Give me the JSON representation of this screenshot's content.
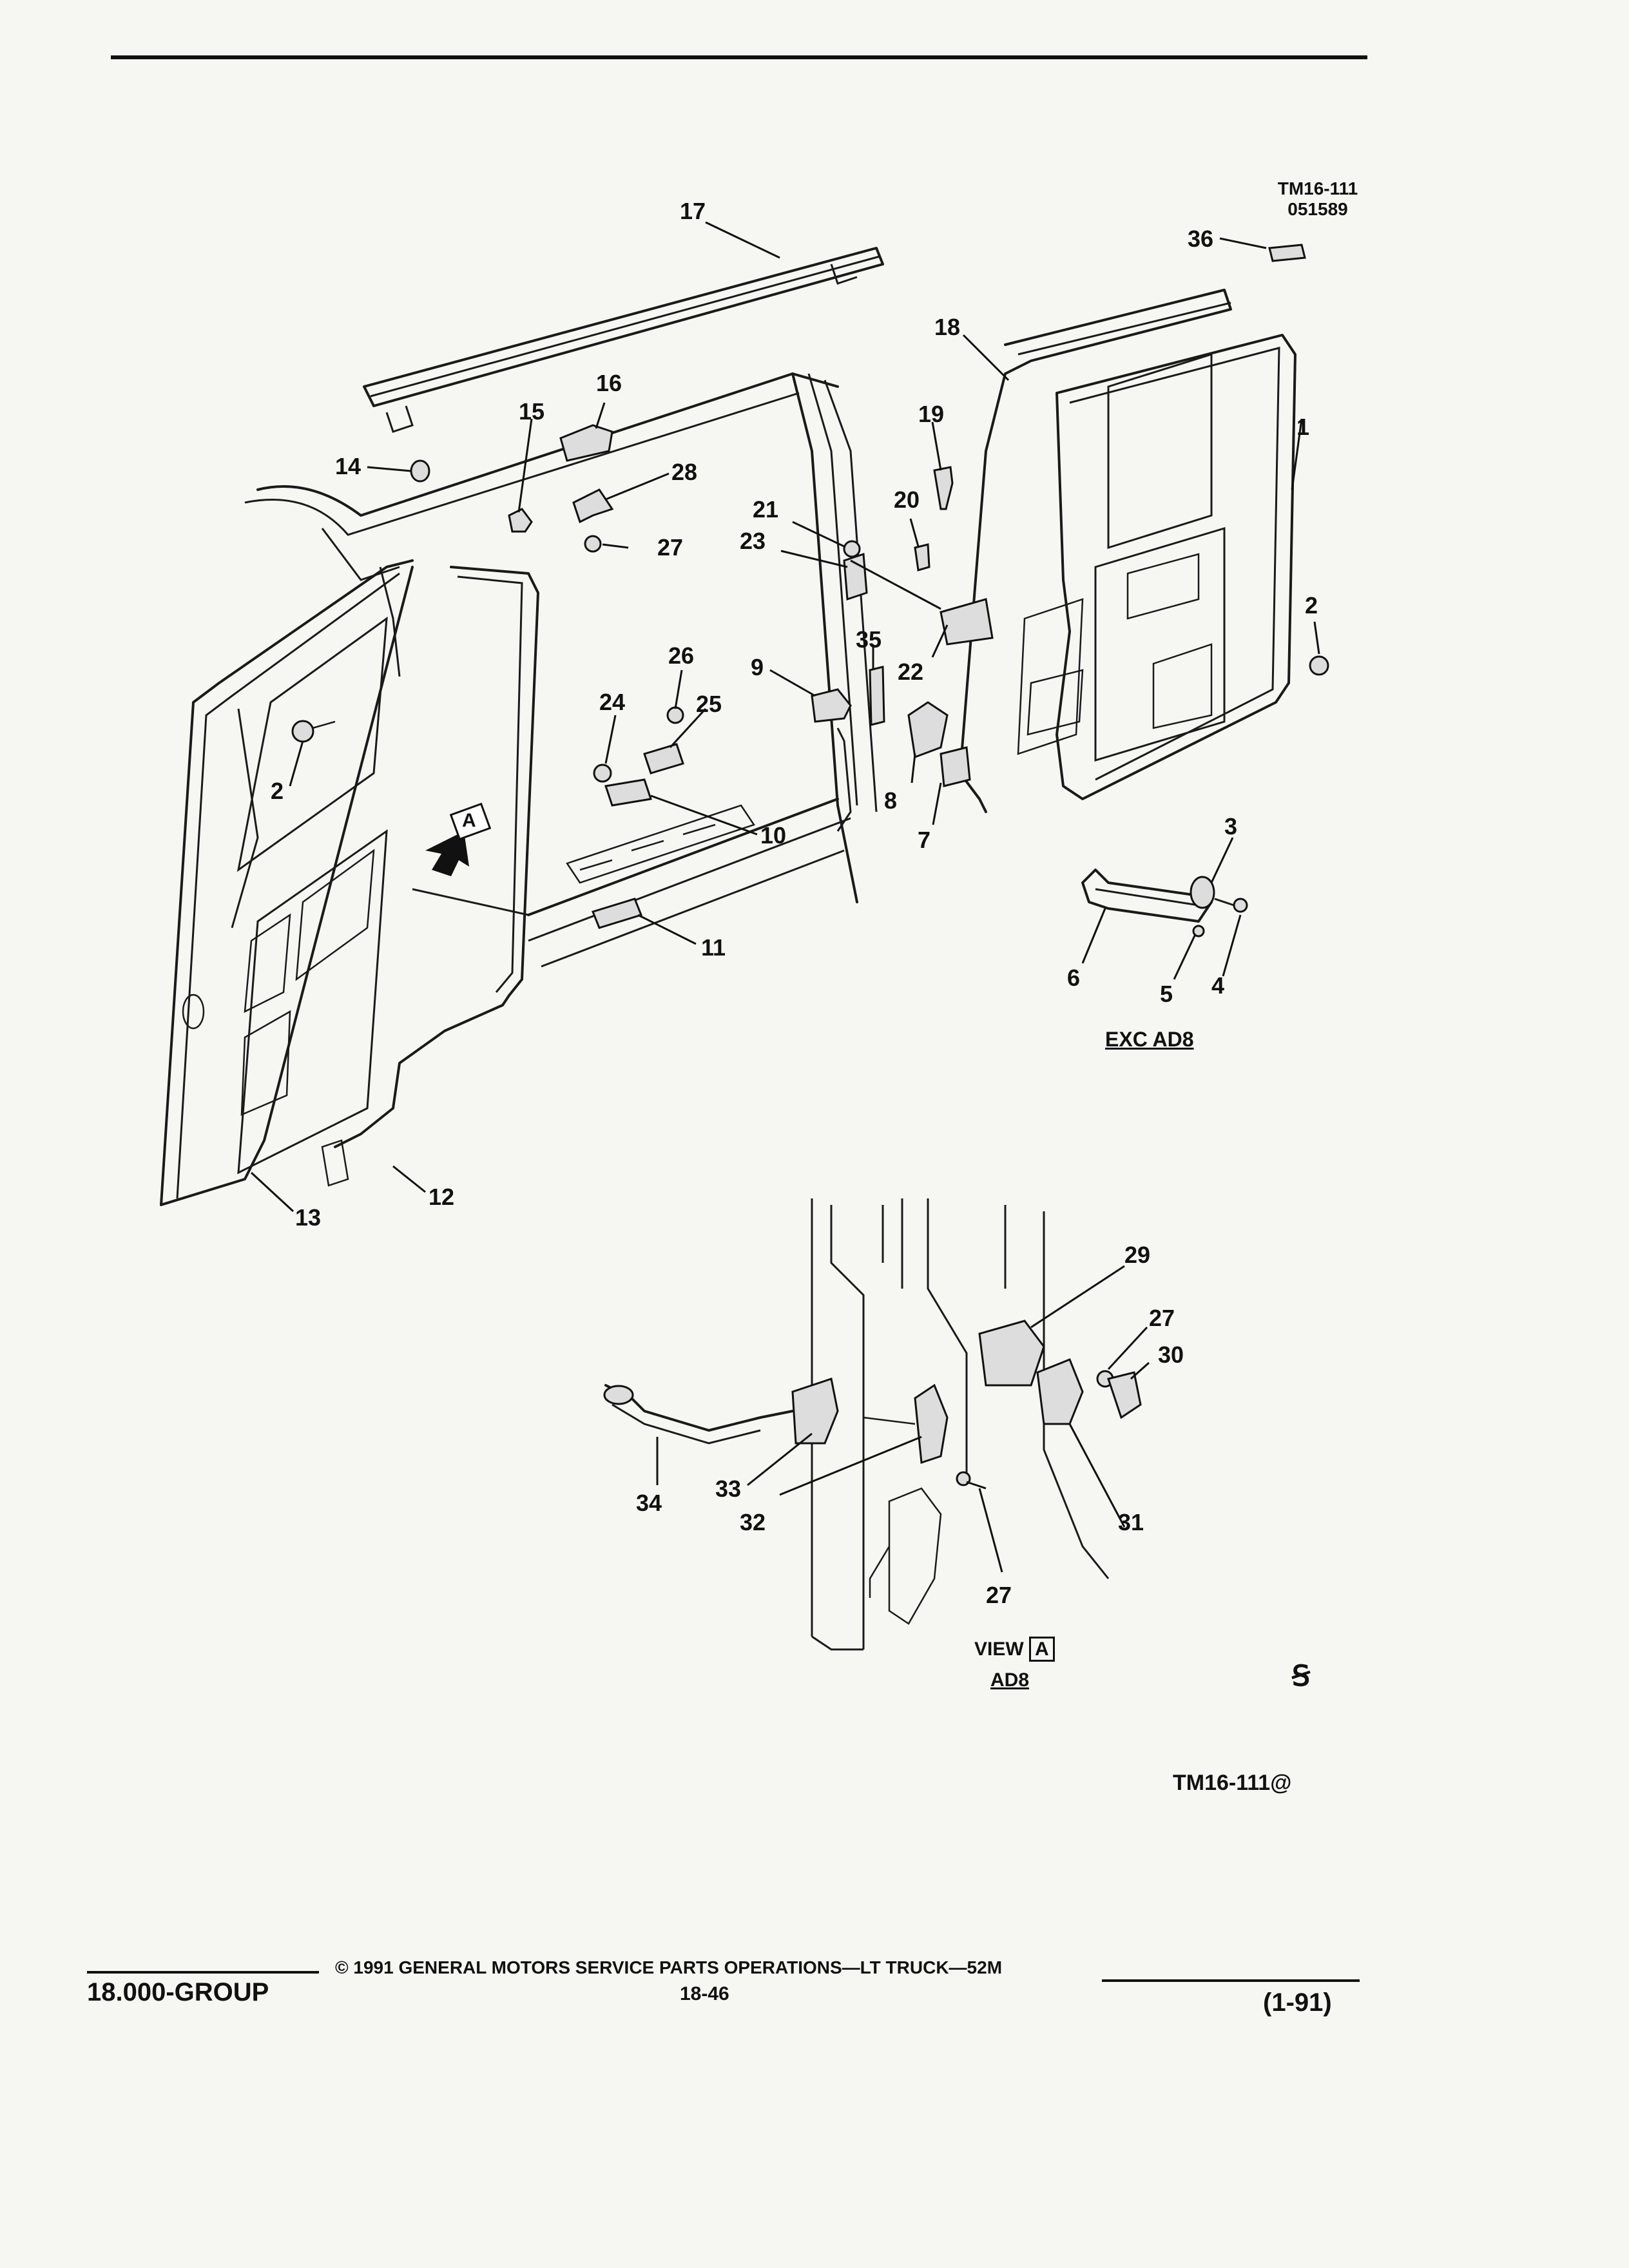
{
  "figure": {
    "code": "TM16-111",
    "date_code": "051589",
    "bottom_code": "TM16-111@",
    "exc_label": "EXC AD8",
    "view_label": "VIEW",
    "view_letter": "A",
    "view_sub": "AD8",
    "view_arrow_letter": "A",
    "logo_mark": "⁠Ꞩ"
  },
  "callouts": [
    "1",
    "2",
    "2",
    "3",
    "4",
    "5",
    "6",
    "7",
    "8",
    "9",
    "10",
    "11",
    "12",
    "13",
    "14",
    "15",
    "16",
    "17",
    "18",
    "19",
    "20",
    "21",
    "22",
    "23",
    "24",
    "25",
    "26",
    "27",
    "27",
    "27",
    "28",
    "29",
    "30",
    "31",
    "32",
    "33",
    "34",
    "35",
    "36"
  ],
  "footer": {
    "group": "18.000-GROUP",
    "copyright": "© 1991 GENERAL MOTORS SERVICE PARTS OPERATIONS—LT TRUCK—52M",
    "page": "18-46",
    "edition": "(1-91)"
  }
}
